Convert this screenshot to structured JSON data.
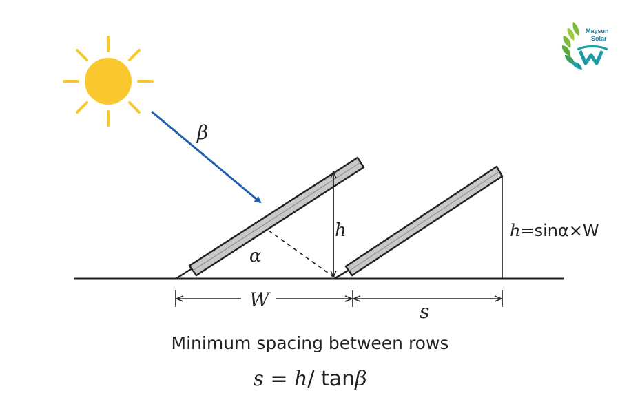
{
  "labels": {
    "beta": "β",
    "alpha": "α",
    "h": "h",
    "h_formula_h": "h",
    "h_formula_rest": "=sinα×W",
    "w": "W",
    "s": "s"
  },
  "caption": {
    "title": "Minimum spacing between rows",
    "formula_s": "s",
    "formula_eq": " = ",
    "formula_h": "h",
    "formula_slash": "/",
    "formula_tan": " tan",
    "formula_beta": "β"
  },
  "logo": {
    "line1": "Maysun",
    "line2": "Solar"
  },
  "colors": {
    "sun": "#F8C82E",
    "arrow": "#1F5FAF",
    "panel_fill": "#C8C8C8",
    "ink": "#222222",
    "logo_green": "#7DB83A",
    "logo_teal": "#1E9AA8"
  },
  "icons": {
    "sun": "sun-icon",
    "logo": "maysun-solar-logo"
  }
}
